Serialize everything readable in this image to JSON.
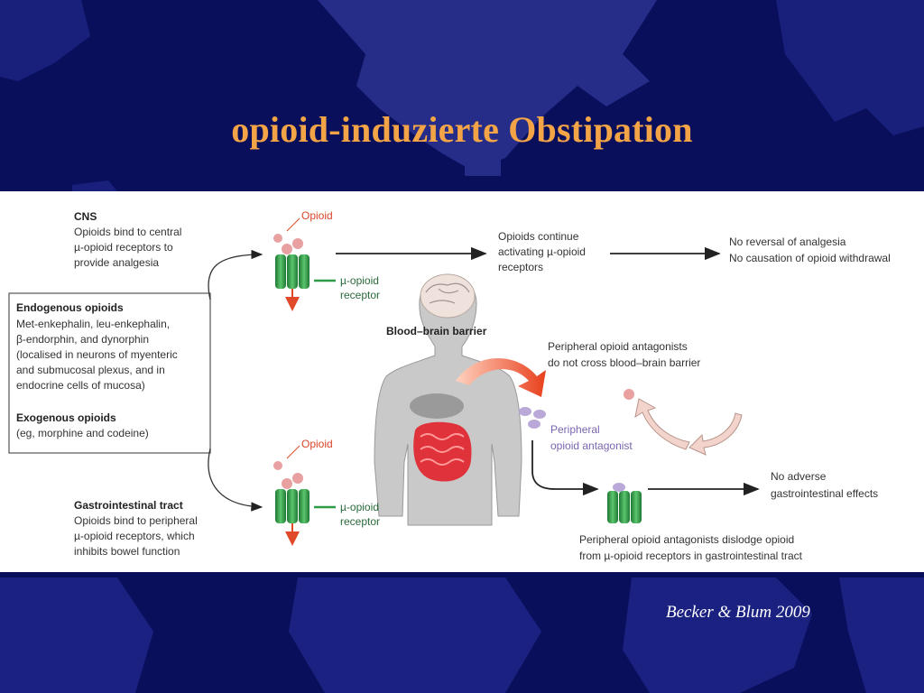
{
  "title": "opioid-induzierte Obstipation",
  "citation": "Becker & Blum 2009",
  "colors": {
    "background": "#0a0f5c",
    "title": "#f2a446",
    "receptor": "#2e9b46",
    "opioid": "#e8a0a0",
    "antagonist": "#b9a8d8",
    "arrow_red": "#e04a2a"
  },
  "diagram": {
    "cns": {
      "heading": "CNS",
      "lines": [
        "Opioids bind to central",
        "µ-opioid receptors to",
        "provide analgesia"
      ]
    },
    "endogenous": {
      "heading": "Endogenous opioids",
      "lines": [
        "Met-enkephalin, leu-enkephalin,",
        "β-endorphin, and dynorphin",
        "(localised in neurons of myenteric",
        "and submucosal plexus, and in",
        "endocrine cells of mucosa)"
      ]
    },
    "exogenous": {
      "heading": "Exogenous opioids",
      "lines": [
        "(eg, morphine and codeine)"
      ]
    },
    "gi_tract": {
      "heading": "Gastrointestinal tract",
      "lines": [
        "Opioids bind to peripheral",
        "µ-opioid receptors, which",
        "inhibits bowel function"
      ]
    },
    "opioid_label_top": "Opioid",
    "opioid_label_bottom": "Opioid",
    "receptor_label_top": [
      "µ-opioid",
      "receptor"
    ],
    "receptor_label_bottom": [
      "µ-opioid",
      "receptor"
    ],
    "continue_label": [
      "Opioids continue",
      "activating µ-opioid",
      "receptors"
    ],
    "no_reversal": [
      "No reversal of analgesia",
      "No causation of opioid withdrawal"
    ],
    "bbb_label": "Blood–brain barrier",
    "pam_no_cross": [
      "Peripheral opioid antagonists",
      "do not cross blood–brain barrier"
    ],
    "peripheral_antagonist": [
      "Peripheral",
      "opioid antagonist"
    ],
    "no_adverse": [
      "No adverse",
      "gastrointestinal effects"
    ],
    "dislodge": [
      "Peripheral opioid antagonists  dislodge opioid",
      "from µ-opioid  receptors in gastrointestinal tract"
    ]
  }
}
